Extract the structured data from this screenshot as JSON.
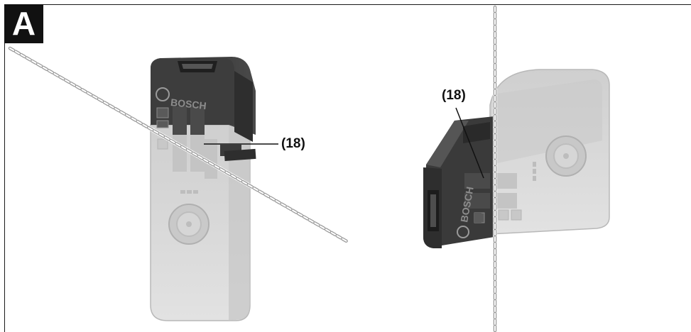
{
  "figure": {
    "label": "A"
  },
  "callouts": [
    {
      "id": "left-device",
      "text": "(18)"
    },
    {
      "id": "right-device",
      "text": "(18)"
    }
  ],
  "devices": {
    "brand_mark": "BOSCH"
  },
  "colors": {
    "device_dark": "#3a3a3a",
    "device_mid": "#555555",
    "ghost_body": "#d4d4d4",
    "ink": "#111111"
  }
}
